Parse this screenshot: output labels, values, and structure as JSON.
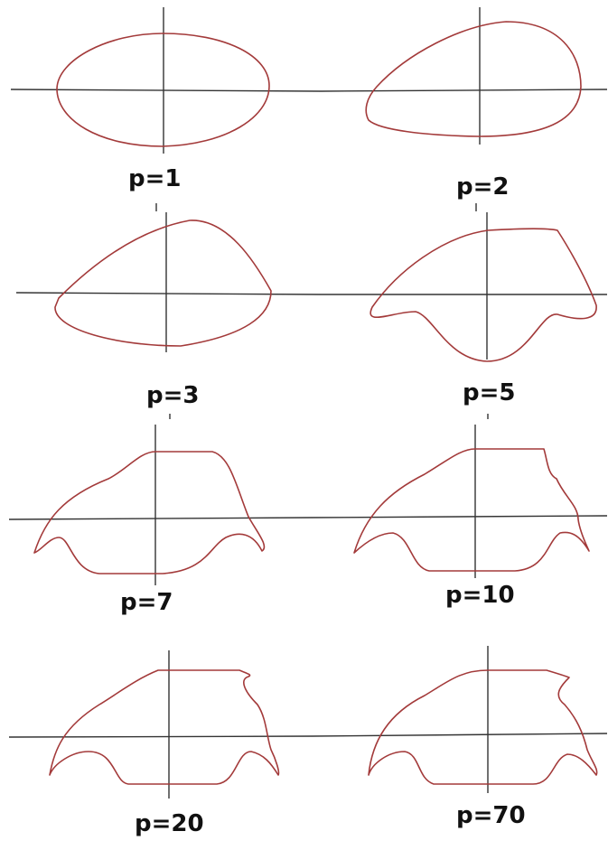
{
  "figure": {
    "colors": {
      "curve": "#a33a3a",
      "axis": "#333333",
      "text": "#111111"
    },
    "panels": [
      {
        "id": "p1",
        "label": "p=1"
      },
      {
        "id": "p2",
        "label": "p=2"
      },
      {
        "id": "p3",
        "label": "p=3"
      },
      {
        "id": "p5",
        "label": "p=5"
      },
      {
        "id": "p7",
        "label": "p=7"
      },
      {
        "id": "p10",
        "label": "p=10"
      },
      {
        "id": "p20",
        "label": "p=20"
      },
      {
        "id": "p70",
        "label": "p=70"
      }
    ]
  }
}
